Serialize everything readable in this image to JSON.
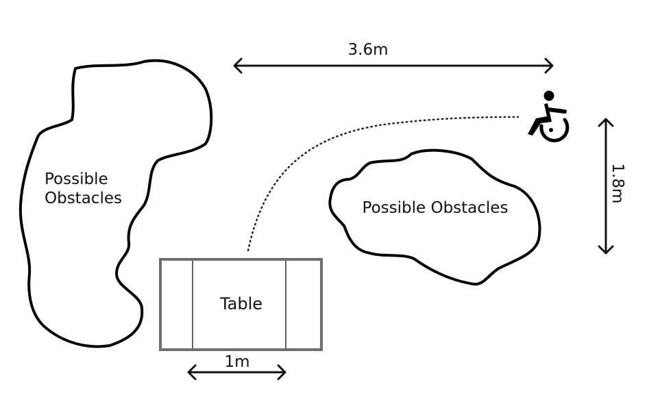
{
  "dimensions": {
    "width_label": "3.6m",
    "height_label": "1.8m",
    "table_width_label": "1m"
  },
  "obstacles": {
    "left_line1": "Possible",
    "left_line2": "Obstacles",
    "right": "Possible Obstacles"
  },
  "table": {
    "label": "Table"
  },
  "icons": {
    "wheelchair": "wheelchair-icon"
  }
}
